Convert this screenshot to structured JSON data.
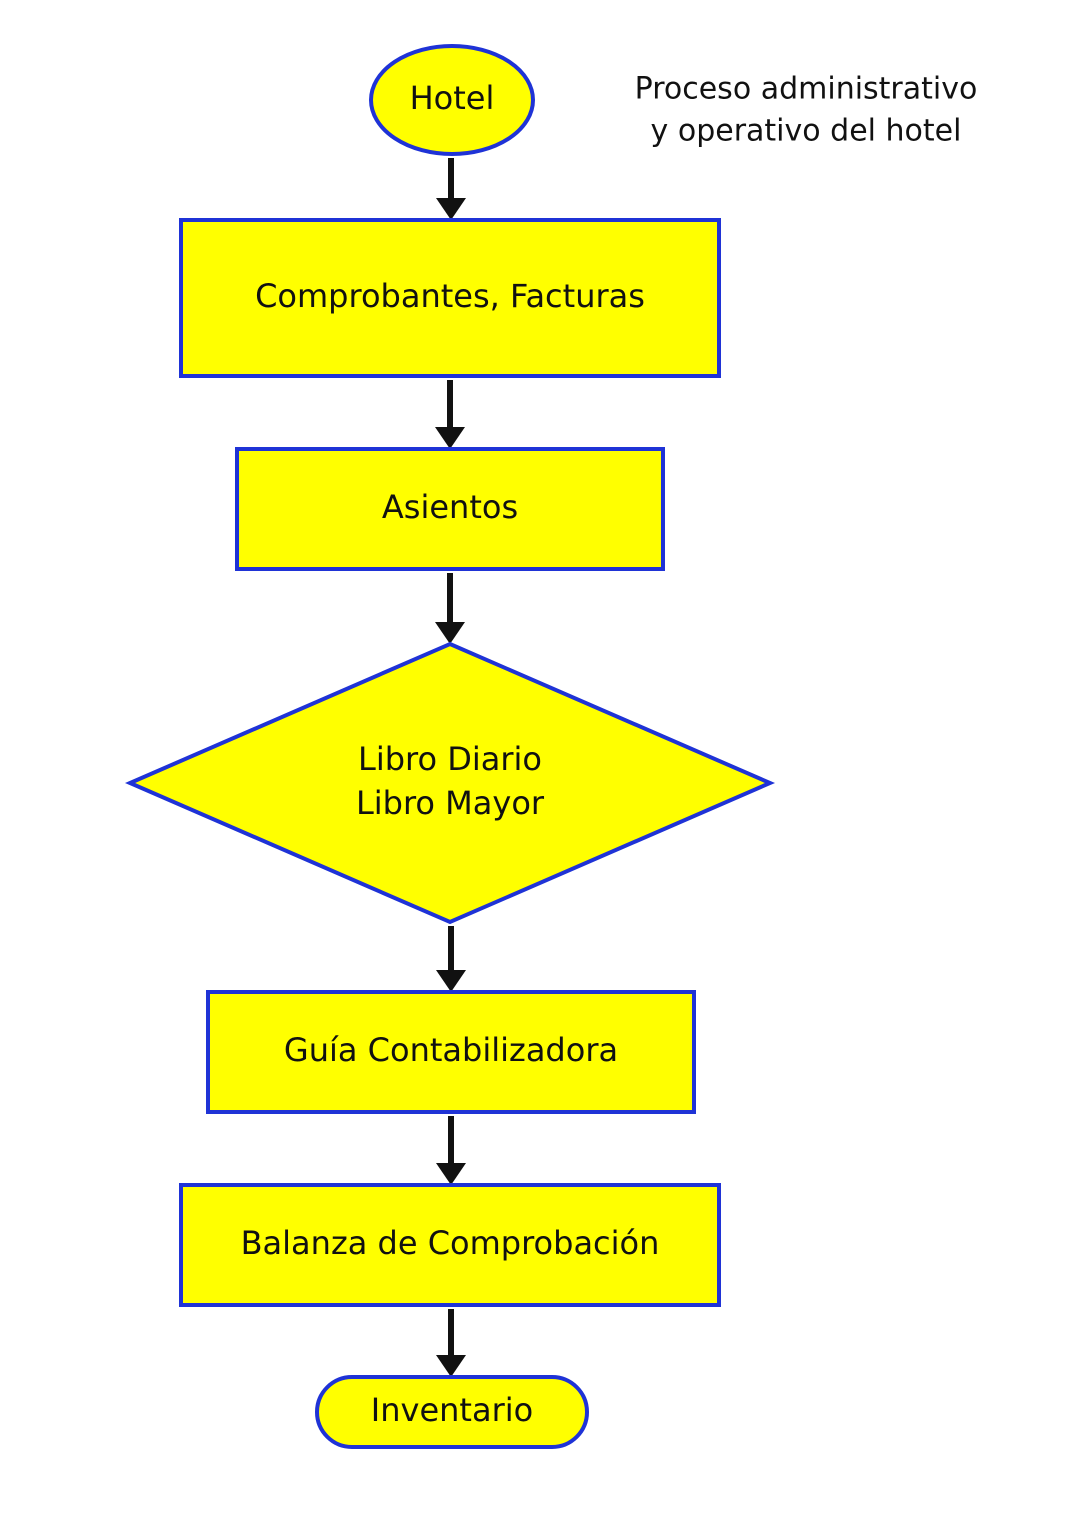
{
  "title": {
    "line1": "Proceso administrativo",
    "line2": "y operativo del hotel"
  },
  "colors": {
    "node_fill": "#ffff00",
    "node_border": "#1f33d6",
    "arrow": "#111111"
  },
  "nodes": [
    {
      "id": "hotel",
      "shape": "ellipse",
      "lines": [
        "Hotel"
      ]
    },
    {
      "id": "comprobantes",
      "shape": "rect",
      "lines": [
        "Comprobantes, Facturas"
      ]
    },
    {
      "id": "asientos",
      "shape": "rect",
      "lines": [
        "Asientos"
      ]
    },
    {
      "id": "libros",
      "shape": "diamond",
      "lines": [
        "Libro Diario",
        "Libro Mayor"
      ]
    },
    {
      "id": "guia",
      "shape": "rect",
      "lines": [
        "Guía Contabilizadora"
      ]
    },
    {
      "id": "balanza",
      "shape": "rect",
      "lines": [
        "Balanza de Comprobación"
      ]
    },
    {
      "id": "inventario",
      "shape": "terminal",
      "lines": [
        "Inventario"
      ]
    }
  ],
  "edges": [
    {
      "from": "hotel",
      "to": "comprobantes"
    },
    {
      "from": "comprobantes",
      "to": "asientos"
    },
    {
      "from": "asientos",
      "to": "libros"
    },
    {
      "from": "libros",
      "to": "guia"
    },
    {
      "from": "guia",
      "to": "balanza"
    },
    {
      "from": "balanza",
      "to": "inventario"
    }
  ]
}
